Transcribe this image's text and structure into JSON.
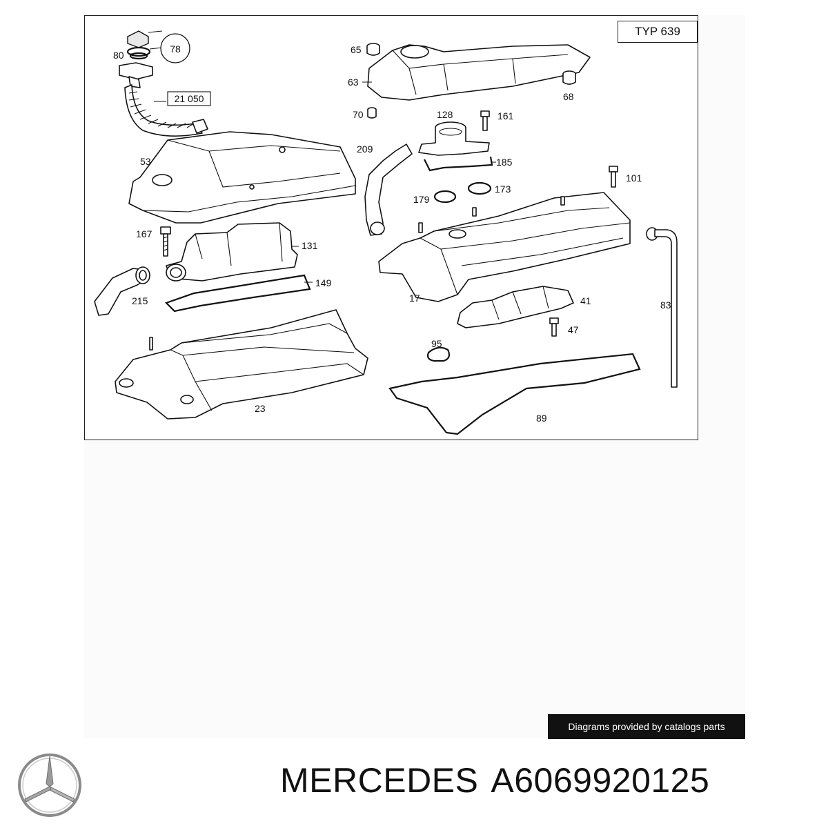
{
  "diagram": {
    "type_label": "TYP 639",
    "ref_label": "21 050",
    "callouts": {
      "c78": "78",
      "c80": "80",
      "c53": "53",
      "c65": "65",
      "c63": "63",
      "c70": "70",
      "c68": "68",
      "c128": "128",
      "c161": "161",
      "c209": "209",
      "c185": "185",
      "c101": "101",
      "c179": "179",
      "c173": "173",
      "c167": "167",
      "c131": "131",
      "c149": "149",
      "c215": "215",
      "c17": "17",
      "c41": "41",
      "c83": "83",
      "c47": "47",
      "c95": "95",
      "c23": "23",
      "c89": "89"
    }
  },
  "credit_text": "Diagrams provided by catalogs parts",
  "footer": {
    "brand": "MERCEDES",
    "part_number": "A6069920125",
    "logo_icon": "three-pointed-star-icon"
  }
}
